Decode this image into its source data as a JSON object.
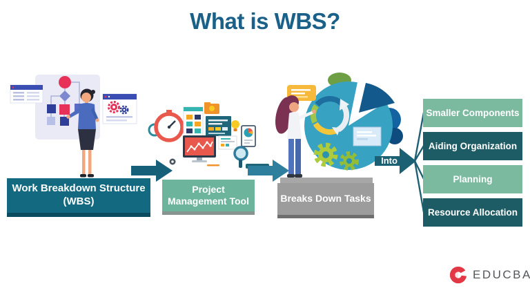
{
  "title": "What is WBS?",
  "flow": {
    "step1": {
      "line1": "Work Breakdown Structure",
      "line2": "(WBS)"
    },
    "step2": {
      "line1": "Project",
      "line2": "Management Tool"
    },
    "step3": {
      "label": "Breaks Down Tasks"
    },
    "into_label": "Into",
    "outcomes": [
      "Smaller Components",
      "Aiding Organization",
      "Planning",
      "Resource Allocation"
    ]
  },
  "logo": {
    "text": "EDUCBA"
  },
  "colors": {
    "title_text": "#1a6088",
    "step1_box": "#136a80",
    "step2_box": "#6cb49c",
    "step3_box": "#9c9c9c",
    "outcome_light": "#7cbaa0",
    "outcome_dark": "#1d5c64",
    "arrow_dark_teal": "#17607a",
    "arrow_teal": "#2e7e9e",
    "into_arrow": "#1c6073",
    "logo_red": "#e23744",
    "logo_text": "#55565a"
  }
}
